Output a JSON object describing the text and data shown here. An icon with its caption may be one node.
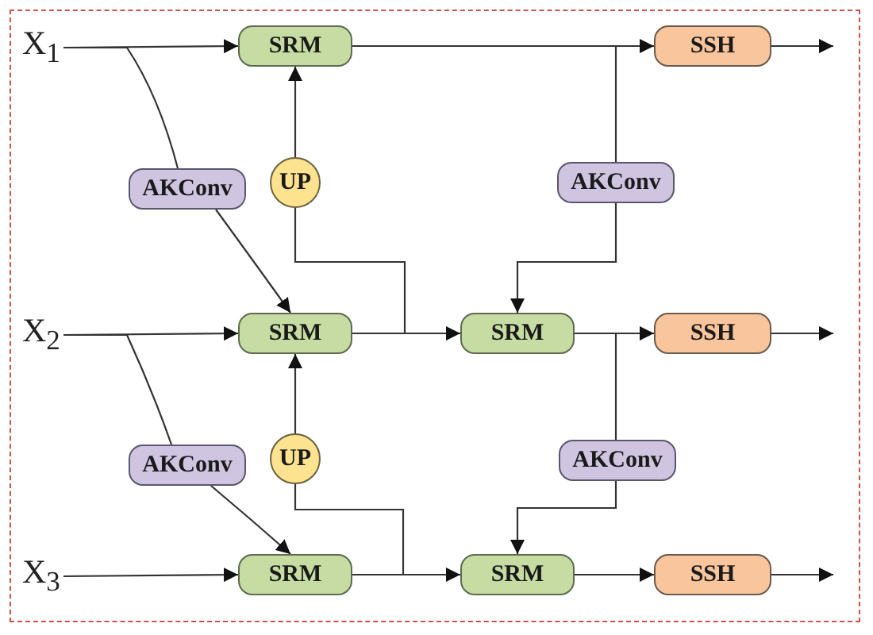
{
  "diagram": {
    "nodes": [
      {
        "text": [
          "X$_{1}$"
        ]
      },
      {
        "text": [
          "SRM"
        ]
      },
      {
        "text": [
          "SSH"
        ]
      },
      {
        "text": [
          "AKConv"
        ]
      },
      {
        "text": [
          "UP"
        ]
      },
      {
        "text": [
          "AKConv"
        ]
      },
      {
        "text": [
          "X$_{2}$"
        ]
      },
      {
        "text": [
          "SRM"
        ]
      },
      {
        "text": [
          "SRM"
        ]
      },
      {
        "text": [
          "SSH"
        ]
      },
      {
        "text": [
          "AKConv"
        ]
      },
      {
        "text": [
          "UP"
        ]
      },
      {
        "text": [
          "AKConv"
        ]
      },
      {
        "text": [
          "X$_{3}$"
        ]
      },
      {
        "text": [
          "SRM"
        ]
      },
      {
        "text": [
          "SRM"
        ]
      },
      {
        "text": [
          "SSH"
        ]
      }
    ],
    "edges": [
      {
        "from": 0,
        "to": 1,
        "arrow": "to"
      },
      {
        "from": 0,
        "to": 3,
        "arrow": "none"
      },
      {
        "from": 3,
        "to": 7,
        "arrow": "to"
      },
      {
        "from": 1,
        "to": 2,
        "arrow": "to"
      },
      {
        "from": 2,
        "to": null,
        "arrow": "to"
      },
      {
        "from": 4,
        "to": 1,
        "arrow": "to"
      },
      {
        "from": 1,
        "to": 5,
        "arrow": "none"
      },
      {
        "from": 5,
        "to": 8,
        "arrow": "to"
      },
      {
        "from": 6,
        "to": 7,
        "arrow": "to"
      },
      {
        "from": 6,
        "to": 10,
        "arrow": "none"
      },
      {
        "from": 10,
        "to": 14,
        "arrow": "to"
      },
      {
        "from": 7,
        "to": 8,
        "arrow": "to"
      },
      {
        "from": 7,
        "to": 4,
        "arrow": "none"
      },
      {
        "from": 11,
        "to": 7,
        "arrow": "to"
      },
      {
        "from": 8,
        "to": 9,
        "arrow": "to"
      },
      {
        "from": 9,
        "to": null,
        "arrow": "to"
      },
      {
        "from": 8,
        "to": 12,
        "arrow": "none"
      },
      {
        "from": 12,
        "to": 15,
        "arrow": "to"
      },
      {
        "from": 13,
        "to": 14,
        "arrow": "to"
      },
      {
        "from": 14,
        "to": 15,
        "arrow": "to"
      },
      {
        "from": 14,
        "to": 11,
        "arrow": "none"
      },
      {
        "from": 15,
        "to": 16,
        "arrow": "to"
      },
      {
        "from": 16,
        "to": null,
        "arrow": "to"
      }
    ]
  }
}
